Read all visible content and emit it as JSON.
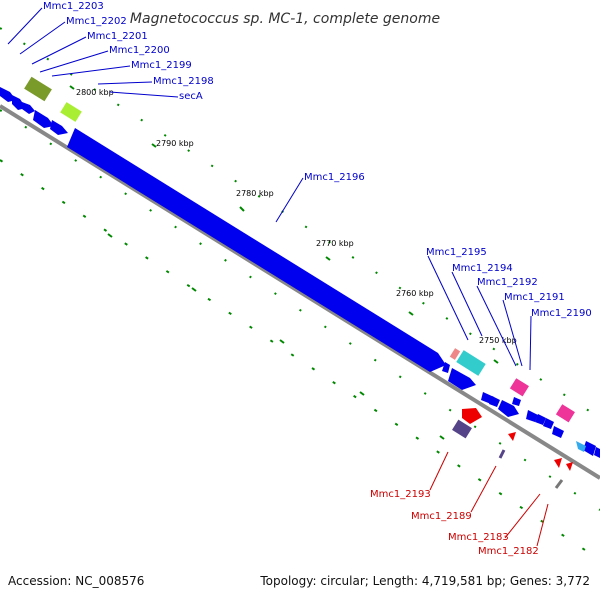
{
  "title": "Magnetococcus sp. MC-1, complete genome",
  "footer": {
    "accession": "Accession: NC_008576",
    "summary": "Topology: circular; Length: 4,719,581 bp; Genes: 3,772"
  },
  "ticks": [
    "2800 kbp",
    "2790 kbp",
    "2780 kbp",
    "2770 kbp",
    "2760 kbp",
    "2750 kbp"
  ],
  "top_genes": [
    "Mmc1_2203",
    "Mmc1_2202",
    "Mmc1_2201",
    "Mmc1_2200",
    "Mmc1_2199",
    "Mmc1_2198",
    "secA"
  ],
  "mid_gene": "Mmc1_2196",
  "right_genes": [
    "Mmc1_2195",
    "Mmc1_2194",
    "Mmc1_2192",
    "Mmc1_2191",
    "Mmc1_2190"
  ],
  "bottom_genes": [
    "Mmc1_2193",
    "Mmc1_2189",
    "Mmc1_2183",
    "Mmc1_2182"
  ],
  "colors": {
    "forward_gene": "#0000ee",
    "backbone": "#888888",
    "tick_marks": "#008800",
    "label_blue": "#0000cc",
    "label_red": "#cc0000",
    "olive_gene": "#7a9a2a",
    "lime_gene": "#aaee33",
    "cyan_gene": "#33cccc",
    "magenta_gene": "#ee3399",
    "red_gene": "#ee0000",
    "purple_gene": "#554488"
  }
}
